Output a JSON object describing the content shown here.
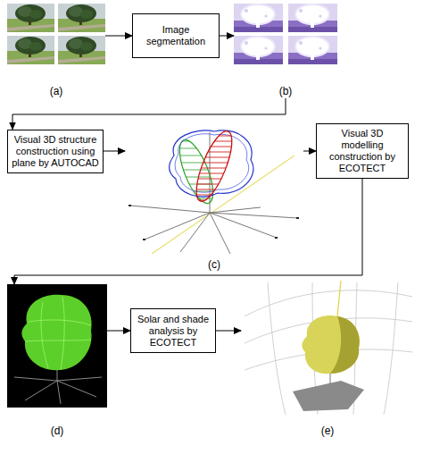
{
  "diagram": {
    "nodes": [
      {
        "text": [
          "(a)"
        ]
      },
      {
        "text": [
          "Image segmentation"
        ]
      },
      {
        "text": [
          "(b)"
        ]
      },
      {
        "text": [
          "Visual 3D structure construction using plane by AUTOCAD"
        ]
      },
      {
        "text": [
          "(c)"
        ]
      },
      {
        "text": [
          "Visual 3D modelling construction by ECOTECT"
        ]
      },
      {
        "text": [
          "(d)"
        ]
      },
      {
        "text": [
          "Solar and shade analysis by ECOTECT"
        ]
      },
      {
        "text": [
          "(e)"
        ]
      }
    ],
    "edges": [
      {
        "from": 0,
        "to": 1,
        "arrow": "to"
      },
      {
        "from": 1,
        "to": 2,
        "arrow": "to"
      },
      {
        "from": 2,
        "to": 3,
        "arrow": "to"
      },
      {
        "from": 3,
        "to": 4,
        "arrow": "to"
      },
      {
        "from": 4,
        "to": 5,
        "arrow": "to"
      },
      {
        "from": 5,
        "to": 6,
        "arrow": "to"
      },
      {
        "from": 6,
        "to": 7,
        "arrow": "to"
      },
      {
        "from": 7,
        "to": 8,
        "arrow": "to"
      }
    ]
  }
}
